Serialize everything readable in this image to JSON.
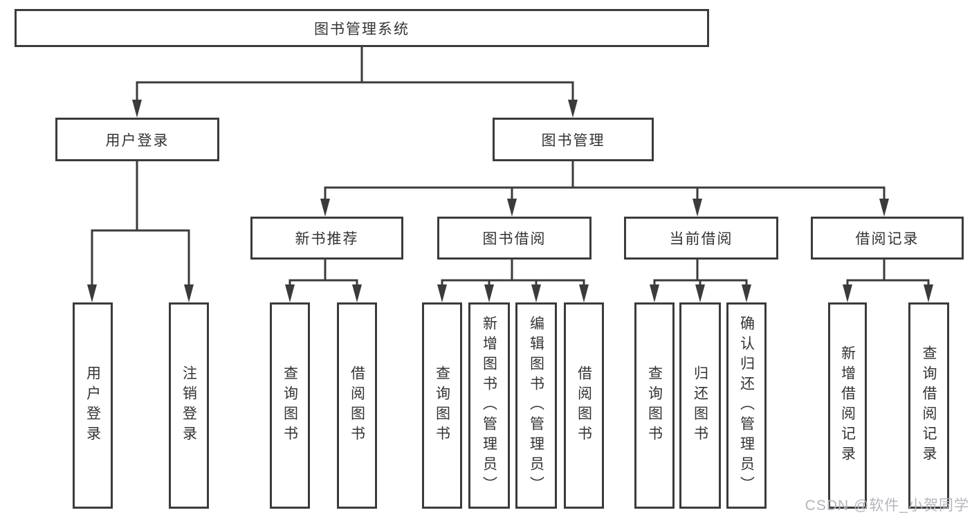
{
  "nodes": {
    "root": "图书管理系统",
    "user_login": "用户登录",
    "book_management": "图书管理",
    "new_book_recommend": "新书推荐",
    "book_borrowing": "图书借阅",
    "current_borrowing": "当前借阅",
    "borrowing_records": "借阅记录"
  },
  "leaves": {
    "user_login": [
      "用户登录",
      "注销登录"
    ],
    "new_book_recommend": [
      "查询图书",
      "借阅图书"
    ],
    "book_borrowing": [
      "查询图书",
      "新增图书（管理员）",
      "编辑图书（管理员）",
      "借阅图书"
    ],
    "current_borrowing": [
      "查询图书",
      "归还图书",
      "确认归还（管理员）"
    ],
    "borrowing_records": [
      "新增借阅记录",
      "查询借阅记录"
    ]
  },
  "watermark": "CSDN @软件_小贺同学",
  "colors": {
    "line": "#3b3b3b",
    "text": "#333333",
    "watermark": "#b4b4bc",
    "background": "#ffffff"
  }
}
